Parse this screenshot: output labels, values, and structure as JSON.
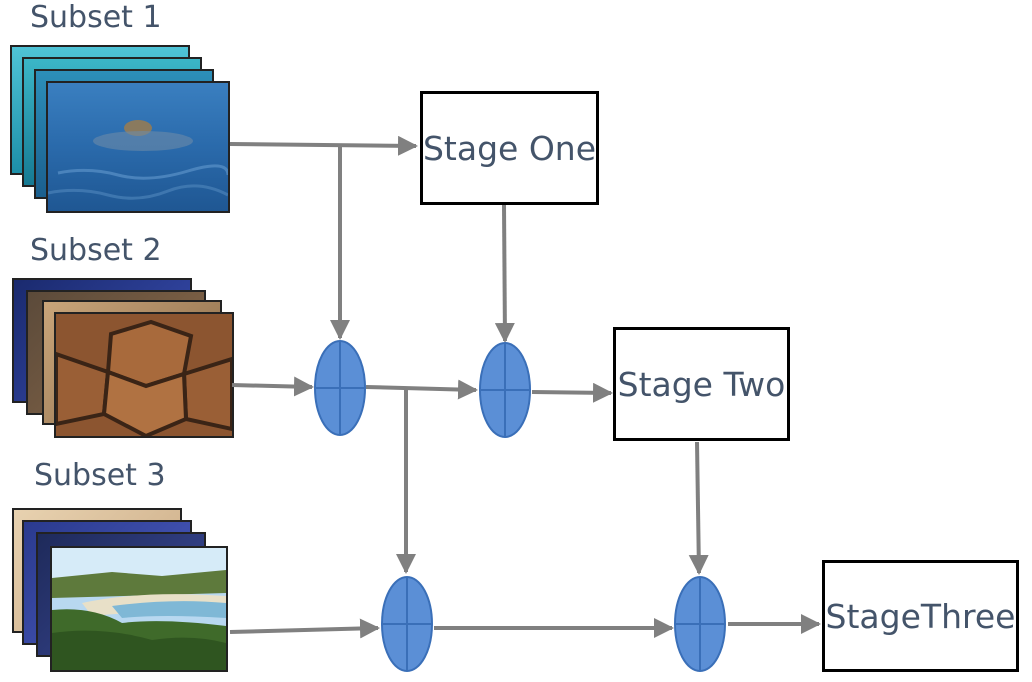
{
  "subsets": [
    {
      "label": "Subset 1"
    },
    {
      "label": "Subset 2"
    },
    {
      "label": "Subset 3"
    }
  ],
  "stages": [
    {
      "label": "Stage One"
    },
    {
      "label": "Stage Two"
    },
    {
      "label": "StageThree"
    }
  ],
  "colors": {
    "arrow": "#808080",
    "node_fill": "#5b8fd6",
    "node_stroke": "#3a6fb8",
    "label_text": "#44546a"
  },
  "icons": {
    "fusion_node": "circle-plus-icon",
    "image_stack": "photo-stack-icon"
  }
}
